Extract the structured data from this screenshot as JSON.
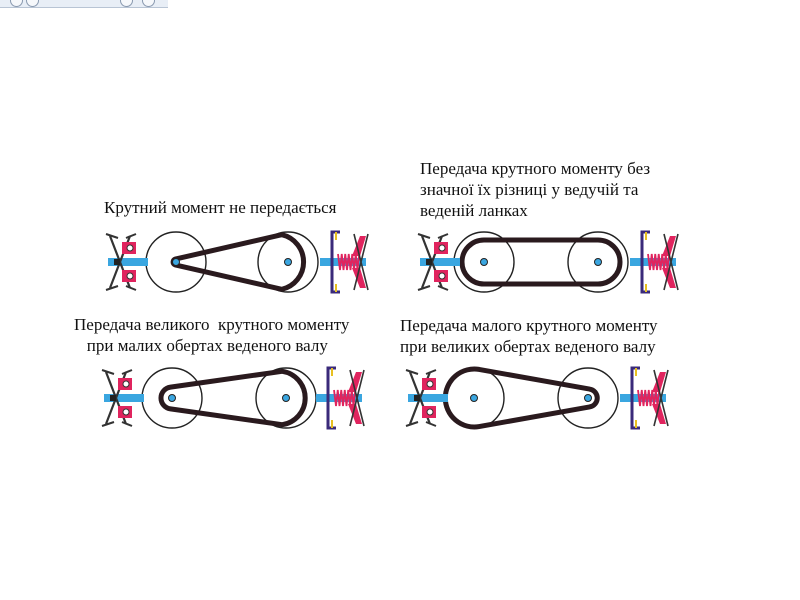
{
  "captions": {
    "no_torque": "Крутний момент не передається",
    "equal_torque": "Передача крутного моменту без\nзначної їх різниці у ведучій та\nведеній ланках",
    "high_torque": "Передача великого  крутного моменту\n   при малих обертах веденого валу",
    "low_torque": "Передача малого крутного моменту\nпри великих обертах веденого валу"
  },
  "colors": {
    "belt": "#2a1a1e",
    "shaft": "#3aa6e0",
    "clutch_red": "#e0245e",
    "pulley_line": "#222222",
    "housing": "#3a2a7a"
  }
}
